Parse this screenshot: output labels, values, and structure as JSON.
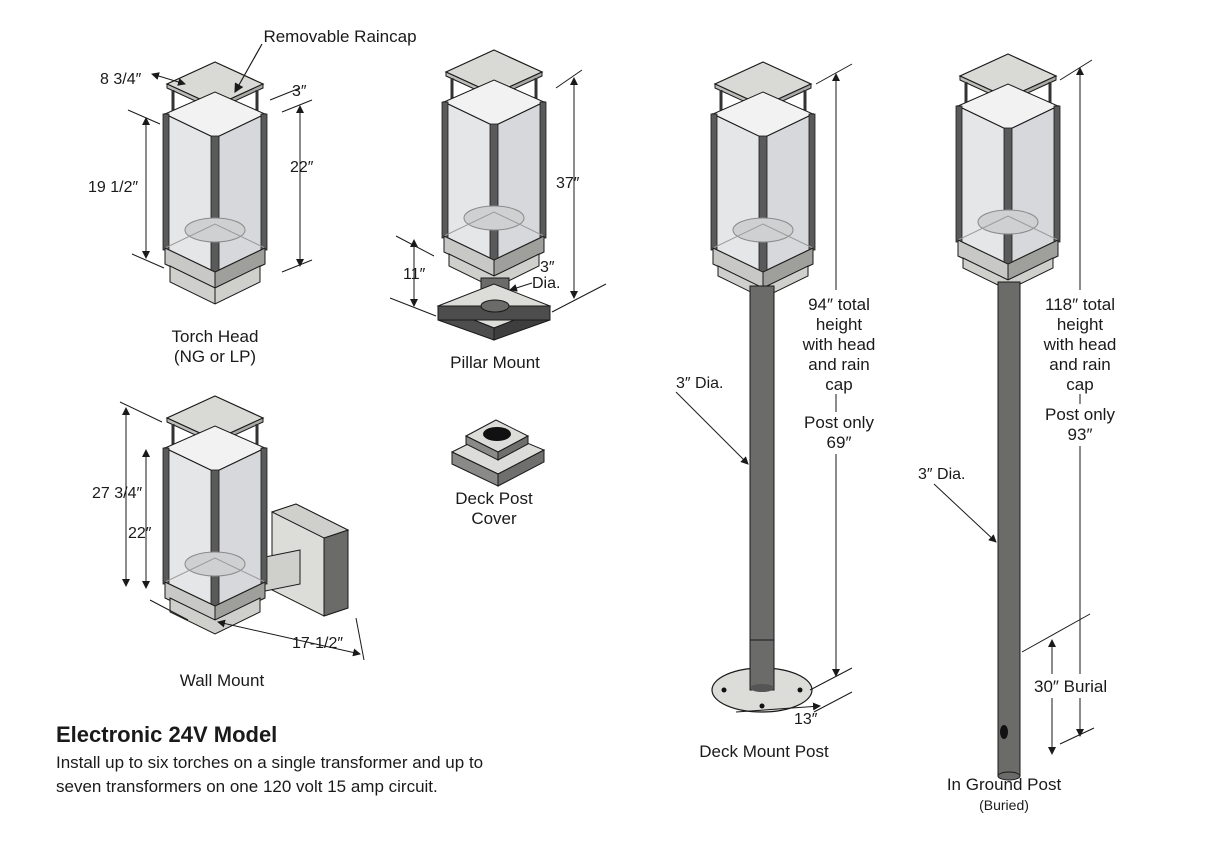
{
  "labels": {
    "raincap": "Removable Raincap",
    "torch_head_1": "Torch Head",
    "torch_head_2": "(NG or LP)",
    "pillar_mount": "Pillar Mount",
    "wall_mount": "Wall Mount",
    "deck_post_cover_1": "Deck Post",
    "deck_post_cover_2": "Cover",
    "deck_mount_post": "Deck Mount Post",
    "in_ground_post": "In Ground Post",
    "buried": "(Buried)"
  },
  "dimensions": {
    "torch_width": "8 3/4″",
    "torch_cap": "3″",
    "torch_body": "19 1/2″",
    "torch_total": "22″",
    "pillar_total": "37″",
    "pillar_base": "11″",
    "pillar_dia_1": "3″",
    "pillar_dia_2": "Dia.",
    "wall_total": "27 3/4″",
    "wall_head": "22″",
    "wall_arm": "17-1/2″",
    "deck_dia": "3″ Dia.",
    "deck_total_1": "94″ total",
    "deck_total_2": "height",
    "deck_total_3": "with head",
    "deck_total_4": "and rain",
    "deck_total_5": "cap",
    "deck_post_1": "Post only",
    "deck_post_2": "69″",
    "deck_base": "13″",
    "ground_total_1": "118″ total",
    "ground_total_2": "height",
    "ground_total_3": "with head",
    "ground_total_4": "and rain",
    "ground_total_5": "cap",
    "ground_post_1": "Post only",
    "ground_post_2": "93″",
    "ground_dia": "3″ Dia.",
    "ground_burial": "30″ Burial"
  },
  "model": {
    "title": "Electronic 24V Model",
    "desc_1": "Install up to six torches on a single transformer and up to",
    "desc_2": "seven transformers on one 120 volt 15 amp circuit."
  },
  "colors": {
    "cap": "#d9d9d6",
    "frame": "#5a5a5a",
    "glass": "#e3e4e6",
    "post": "#6b6b6a",
    "base_dark": "#4d4d4d"
  }
}
